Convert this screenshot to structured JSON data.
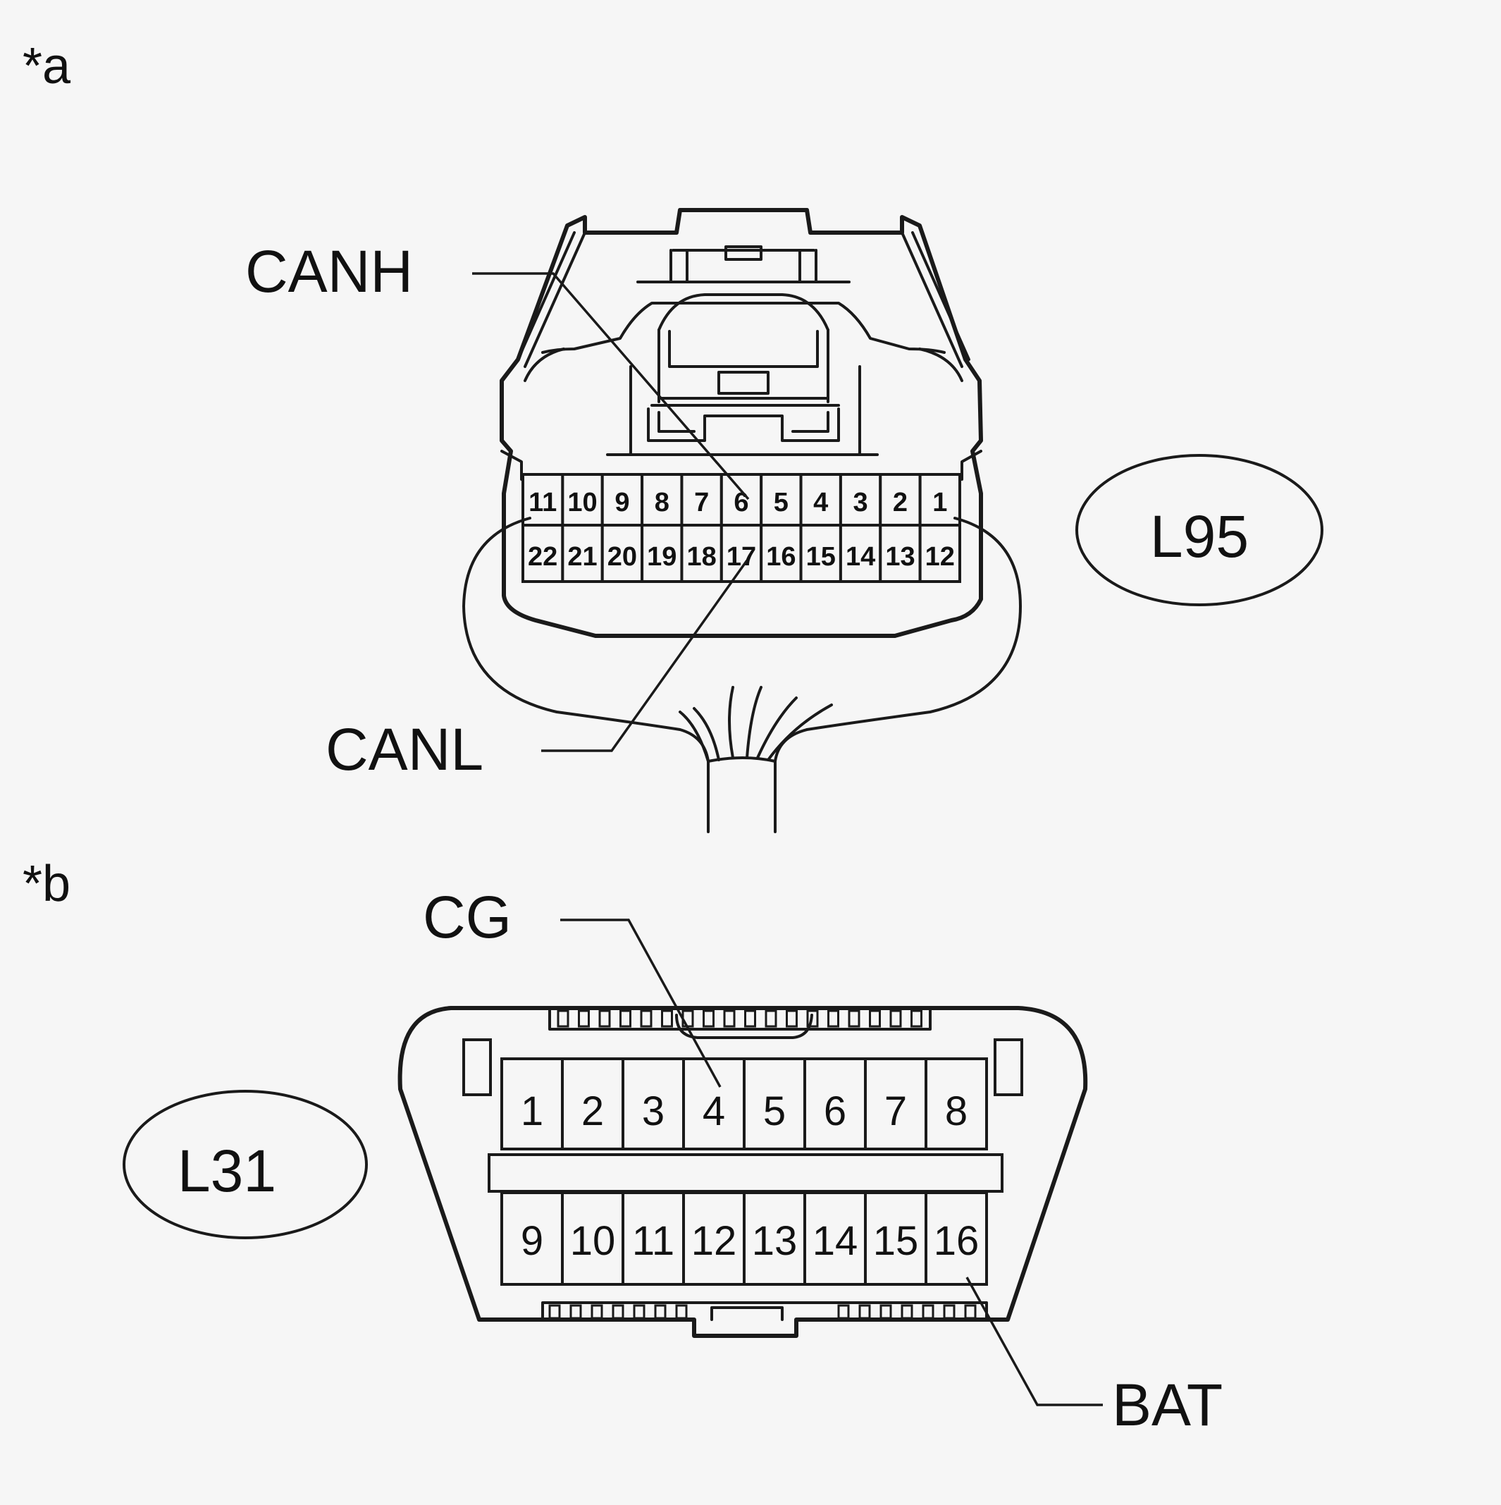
{
  "section_a": {
    "marker": "*a",
    "connector_code": "L95",
    "label_canh": "CANH",
    "label_canl": "CANL",
    "pins_top": [
      "11",
      "10",
      "9",
      "8",
      "7",
      "6",
      "5",
      "4",
      "3",
      "2",
      "1"
    ],
    "pins_bottom": [
      "22",
      "21",
      "20",
      "19",
      "18",
      "17",
      "16",
      "15",
      "14",
      "13",
      "12"
    ]
  },
  "section_b": {
    "marker": "*b",
    "connector_code": "L31",
    "label_cg": "CG",
    "label_bat": "BAT",
    "pins_top": [
      "1",
      "2",
      "3",
      "4",
      "5",
      "6",
      "7",
      "8"
    ],
    "pins_bottom": [
      "9",
      "10",
      "11",
      "12",
      "13",
      "14",
      "15",
      "16"
    ]
  }
}
